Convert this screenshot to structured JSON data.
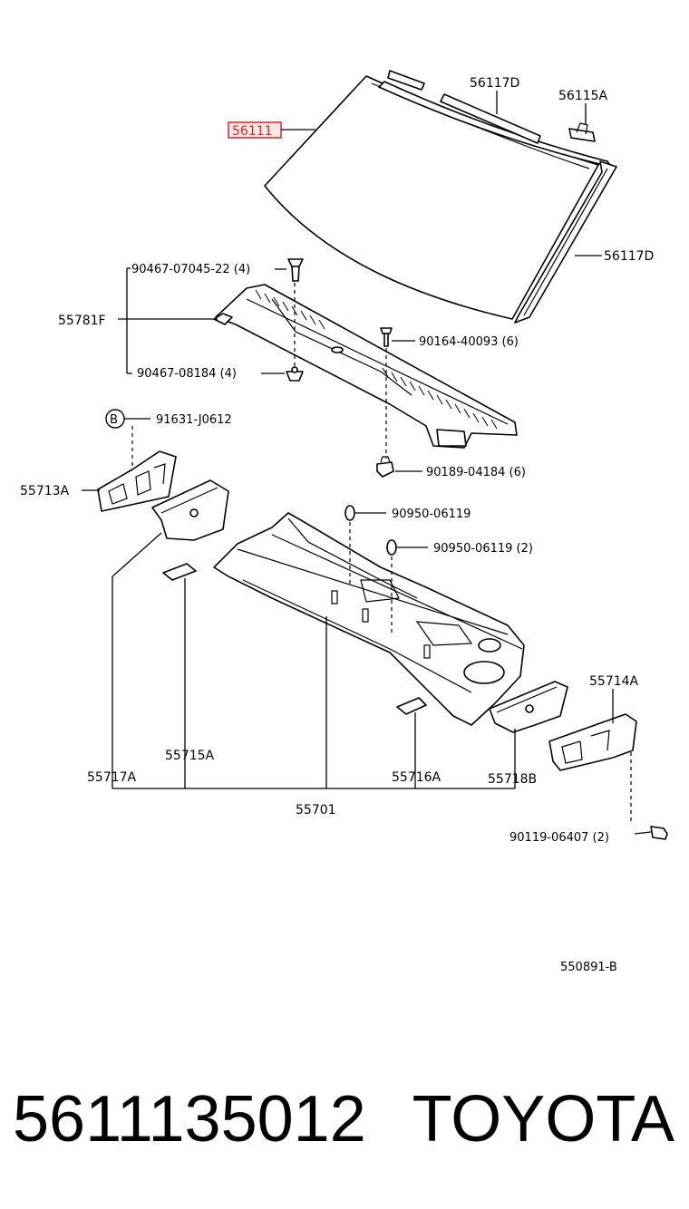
{
  "diagram": {
    "ref_code": "550891-B",
    "callouts": {
      "windshield_glass": "56111",
      "upper_moulding": "56117D",
      "side_moulding": "56117D",
      "mirror_stay": "56115A",
      "clip_upper": "90467-07045-22 (4)",
      "louver": "55781F",
      "clip_lower": "90467-08184 (4)",
      "screw_cowl": "90164-40093 (6)",
      "nut_cowl": "90189-04184 (6)",
      "circle_b": "B",
      "bolt_91631": "91631-J0612",
      "bracket_left": "55713A",
      "plug_1": "90950-06119",
      "plug_2": "90950-06119 (2)",
      "bracket_right": "55714A",
      "cowl_panel": "55701",
      "brace_55717a": "55717A",
      "brace_55715a": "55715A",
      "brace_55716a": "55716A",
      "brace_55718b": "55718B",
      "bolt_90119": "90119-06407 (2)"
    }
  },
  "footer": {
    "part_number": "5611135012",
    "brand": "TOYOTA"
  },
  "colors": {
    "highlight": "#e0202a",
    "highlight_fill": "#fde6e6",
    "ink": "#000000"
  }
}
